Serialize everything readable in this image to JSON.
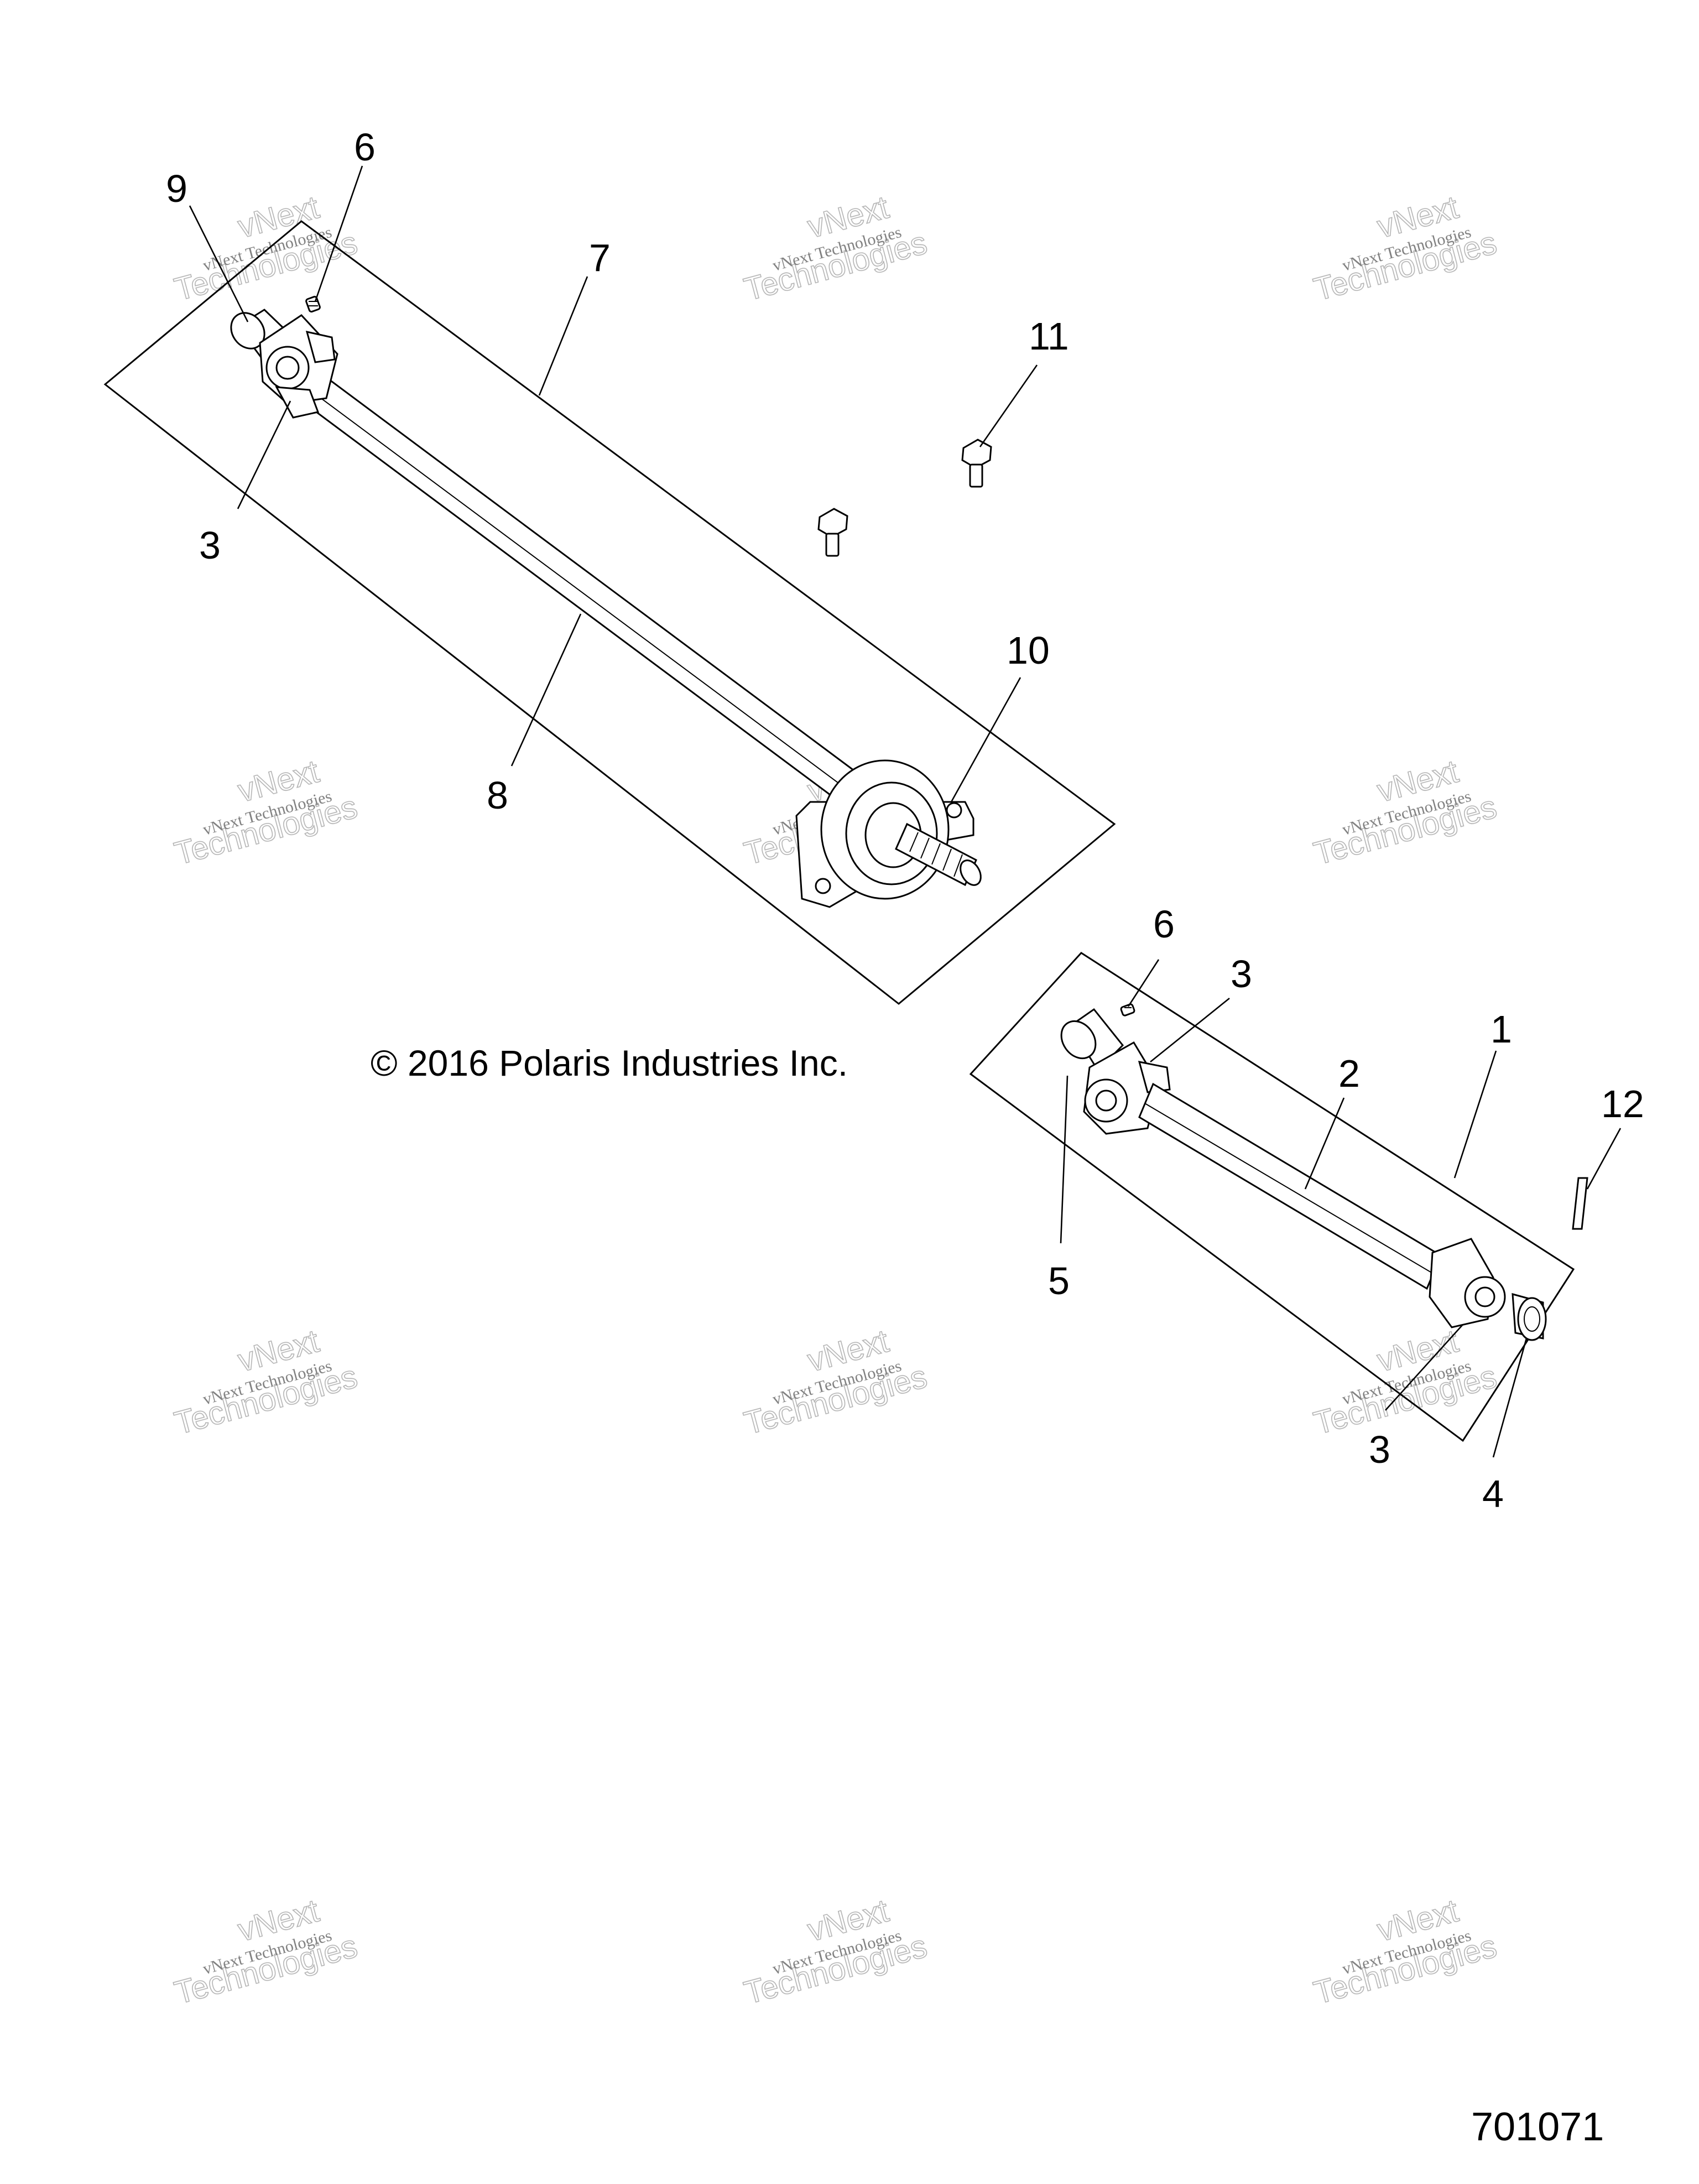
{
  "callouts": {
    "c1": "1",
    "c2": "2",
    "c3a": "3",
    "c3b": "3",
    "c3c": "3",
    "c4": "4",
    "c5": "5",
    "c6a": "6",
    "c6b": "6",
    "c7": "7",
    "c8": "8",
    "c9": "9",
    "c10": "10",
    "c11": "11",
    "c12": "12"
  },
  "copyright": "© 2016 Polaris Industries Inc.",
  "document_number": "701071",
  "watermark": {
    "line1": "vNext Technologies",
    "line2": "Technologies",
    "line3": "vNext"
  }
}
